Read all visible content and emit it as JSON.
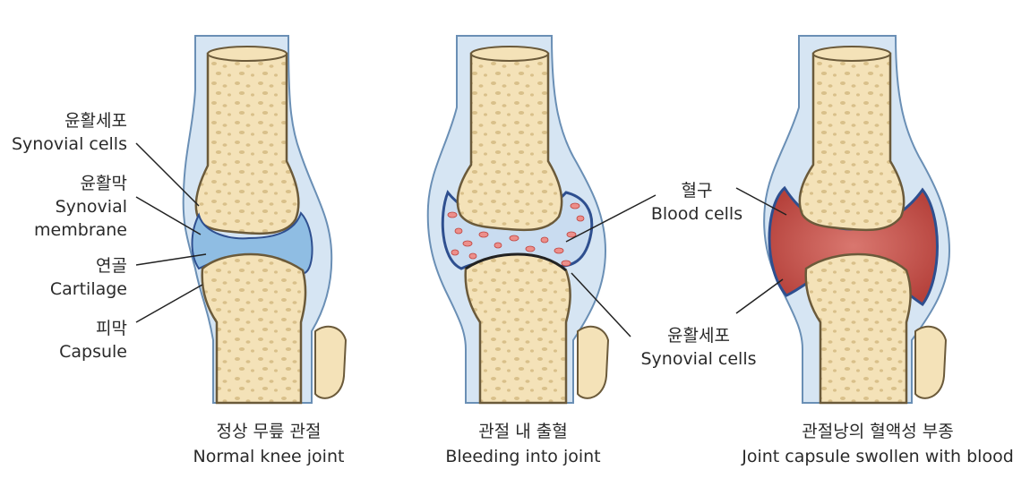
{
  "panels": [
    {
      "caption_ko": "정상 무릎 관절",
      "caption_en": "Normal knee joint"
    },
    {
      "caption_ko": "관절 내 출혈",
      "caption_en": "Bleeding into joint"
    },
    {
      "caption_ko": "관절낭의 혈액성 부종",
      "caption_en": "Joint capsule swollen with blood"
    }
  ],
  "labels": {
    "synovial_cells_left": {
      "ko": "윤활세포",
      "en": "Synovial cells"
    },
    "synovial_membrane": {
      "ko": "윤활막",
      "en_1": "Synovial",
      "en_2": "membrane"
    },
    "cartilage": {
      "ko": "연골",
      "en": "Cartilage"
    },
    "capsule": {
      "ko": "피막",
      "en": "Capsule"
    },
    "blood_cells": {
      "ko": "혈구",
      "en": "Blood cells"
    },
    "synovial_cells_right": {
      "ko": "윤활세포",
      "en": "Synovial cells"
    }
  },
  "colors": {
    "bone": "#f4e2b8",
    "bone_outline": "#6b5a3a",
    "capsule_fill": "#d6e5f3",
    "synovial_blue": "#7fb3dd",
    "membrane_dark": "#2e4f8f",
    "blood": "#c0443f",
    "blood_cell": "#e98a86"
  }
}
